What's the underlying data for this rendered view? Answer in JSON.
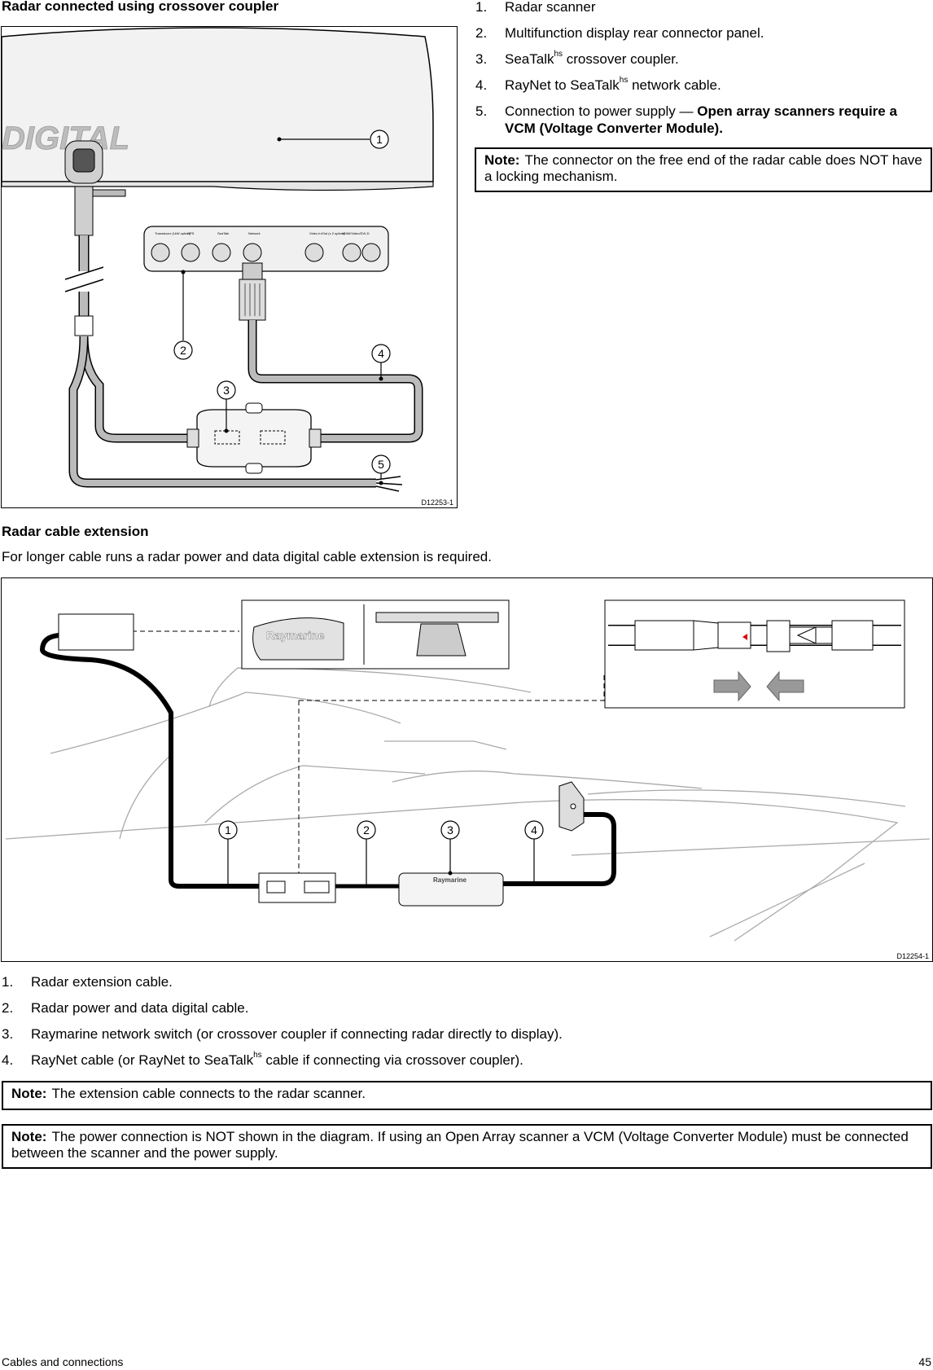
{
  "section1": {
    "heading": "Radar connected using crossover coupler",
    "figure_id": "D12253-1",
    "brand_text": "DIGITAL",
    "panel_labels": [
      "Transducer (1kW option)",
      "GPS",
      "SeaTalk",
      "Network",
      "Video In/Out (x 2 option)",
      "HDMI/Video/DVI-D"
    ],
    "items": [
      {
        "num": "1.",
        "text": "Radar scanner"
      },
      {
        "num": "2.",
        "text": "Multifunction display rear connector panel."
      },
      {
        "num": "3.",
        "pre": "SeaTalk",
        "sup": "hs",
        "post": " crossover coupler."
      },
      {
        "num": "4.",
        "pre": "RayNet to SeaTalk",
        "sup": "hs",
        "post": " network cable."
      },
      {
        "num": "5.",
        "text": "Connection to power supply — ",
        "bold": "Open array scanners require a VCM (Voltage Converter Module)."
      }
    ],
    "note": {
      "label": "Note:",
      "text": "The connector on the free end of the radar cable does NOT have a locking mechanism."
    }
  },
  "section2": {
    "heading": "Radar cable extension",
    "intro": "For longer cable runs a radar power and data digital cable extension is required.",
    "figure_id": "D12254-1",
    "brand_text": "Raymarine",
    "items": [
      {
        "num": "1.",
        "text": "Radar extension cable."
      },
      {
        "num": "2.",
        "text": "Radar power and data digital cable."
      },
      {
        "num": "3.",
        "text": "Raymarine network switch (or crossover coupler if connecting radar directly to display)."
      },
      {
        "num": "4.",
        "pre": "RayNet cable (or RayNet to SeaTalk",
        "sup": "hs",
        "post": " cable if connecting via crossover coupler)."
      }
    ],
    "note1": {
      "label": "Note:",
      "text": "The extension cable connects to the radar scanner."
    },
    "note2": {
      "label": "Note:",
      "text": "The power connection is NOT shown in the diagram. If using an Open Array scanner a VCM (Voltage Converter Module) must be connected between the scanner and the power supply."
    }
  },
  "callouts": [
    "1",
    "2",
    "3",
    "4",
    "5"
  ],
  "footer": {
    "left": "Cables and connections",
    "right": "45"
  }
}
